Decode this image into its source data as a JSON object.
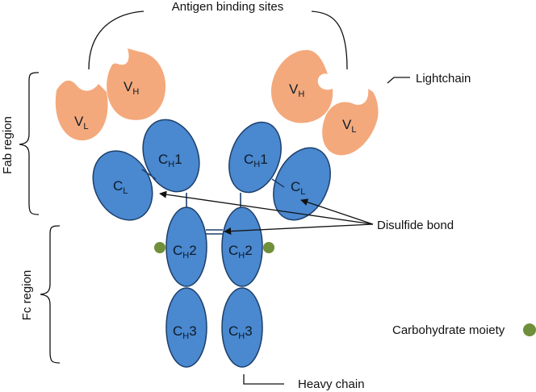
{
  "diagram": {
    "labels": {
      "antigen_binding_sites": "Antigen binding sites",
      "lightchain": "Lightchain",
      "fab_region": "Fab region",
      "fc_region": "Fc region",
      "disulfide_bond": "Disulfide bond",
      "carbohydrate_moiety": "Carbohydrate moiety",
      "heavy_chain": "Heavy chain"
    },
    "domains": {
      "variable_heavy": {
        "main": "V",
        "sub": "H"
      },
      "variable_light": {
        "main": "V",
        "sub": "L"
      },
      "constant_light": {
        "main": "C",
        "sub": "L"
      },
      "constant_heavy_1": {
        "main": "C",
        "sub": "H",
        "suffix": "1"
      },
      "constant_heavy_2": {
        "main": "C",
        "sub": "H",
        "suffix": "2"
      },
      "constant_heavy_3": {
        "main": "C",
        "sub": "H",
        "suffix": "3"
      }
    },
    "colors": {
      "constant_domain": "#4a88cf",
      "variable_domain": "#f4a97c",
      "carbohydrate": "#6f8f3a",
      "outline": "#1d3f6b"
    }
  }
}
